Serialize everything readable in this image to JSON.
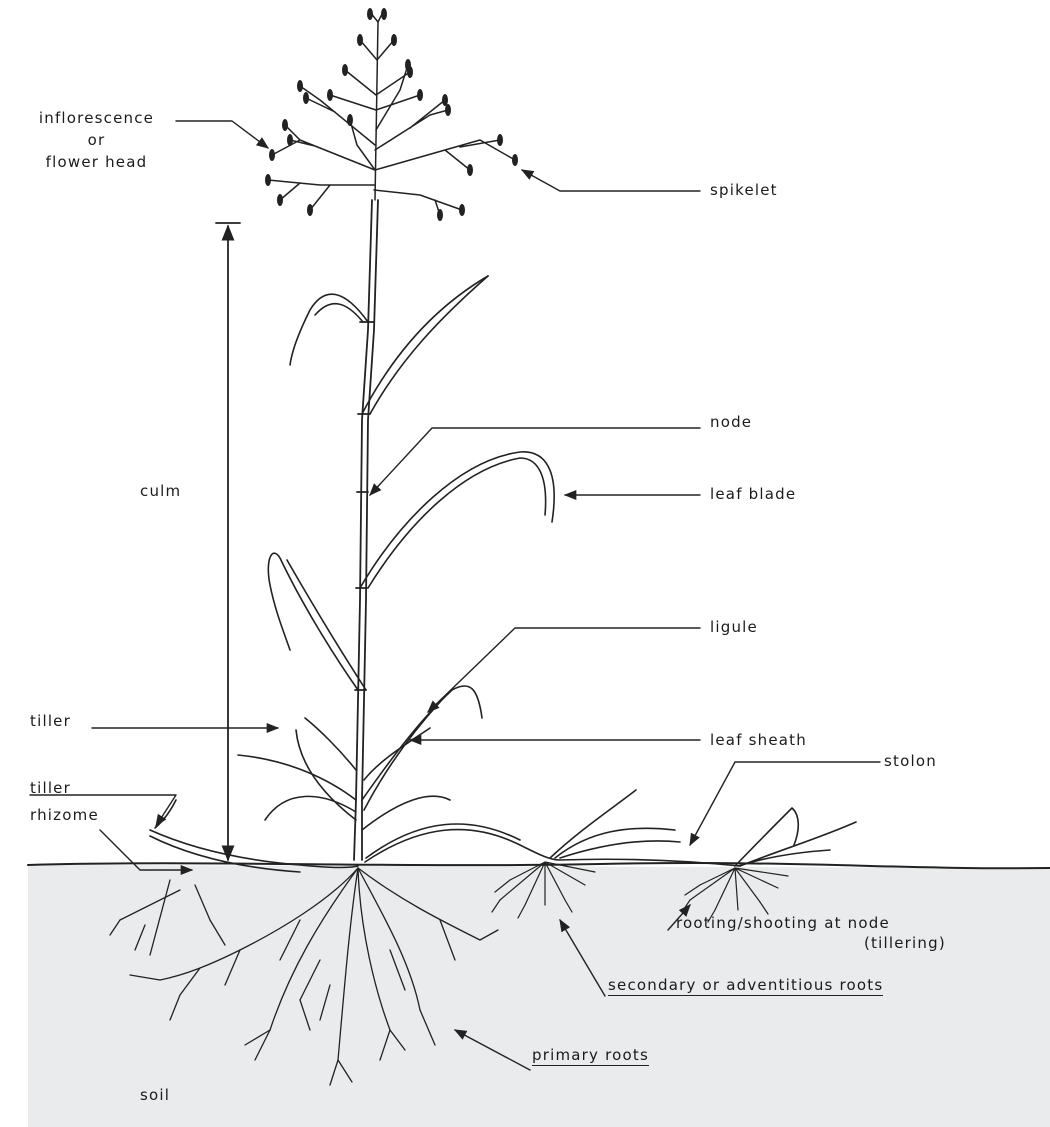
{
  "labels": {
    "inflorescence": "inflorescence",
    "or": "or",
    "flower_head": "flower head",
    "spikelet": "spikelet",
    "culm": "culm",
    "node": "node",
    "leaf_blade": "leaf blade",
    "ligule": "ligule",
    "tiller": "tiller",
    "leaf_sheath": "leaf sheath",
    "stolon": "stolon",
    "tiller_rhizome_top": "tiller",
    "rhizome": "rhizome",
    "rooting_shooting": "rooting/shooting at node",
    "tillering": "(tillering)",
    "secondary_roots": "secondary or adventitious roots",
    "primary_roots": "primary roots",
    "soil": "soil"
  },
  "colors": {
    "ink": "#1b1b1b",
    "soil": "#e9ebec",
    "background": "#ffffff"
  }
}
